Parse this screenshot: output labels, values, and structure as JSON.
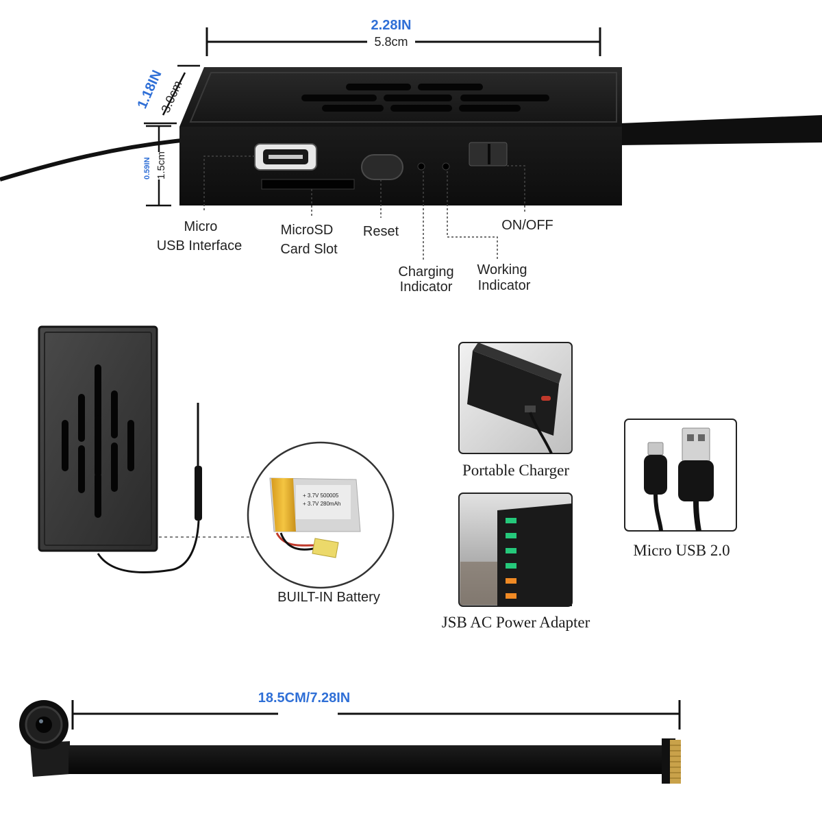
{
  "dimensions": {
    "width_in": "2.28IN",
    "width_cm": "5.8cm",
    "depth_in": "1.18IN",
    "depth_cm": "3.0cm",
    "height_in": "0.59IN",
    "height_cm": "1.5cm",
    "cable_length": "18.5CM/7.28IN"
  },
  "ports": {
    "micro_usb": [
      "Micro",
      "USB Interface"
    ],
    "microsd": [
      "MicroSD",
      "Card Slot"
    ],
    "reset": "Reset",
    "charging": [
      "Charging",
      "Indicator"
    ],
    "working": [
      "Working",
      "Indicator"
    ],
    "onoff": "ON/OFF"
  },
  "battery": {
    "caption": "BUILT-IN Battery",
    "label_line1": "+ 3.7V 500005",
    "label_line2": "+ 3.7V 280mAh"
  },
  "accessories": {
    "portable_charger": "Portable Charger",
    "usb_adapter": "JSB AC Power Adapter",
    "micro_usb": "Micro USB 2.0"
  },
  "colors": {
    "accent_blue": "#2f6fd6",
    "device_black": "#1c1c1c"
  }
}
